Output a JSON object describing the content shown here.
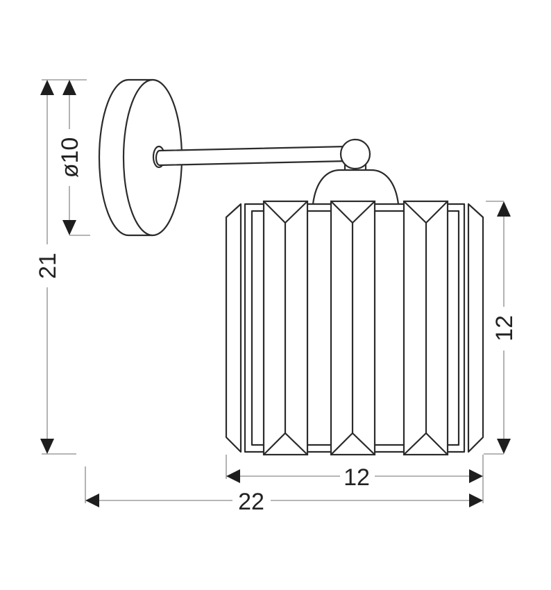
{
  "drawing": {
    "subject": "Wall lamp (sconce) with faceted cylindrical shade",
    "units": "cm"
  },
  "dimensions": {
    "total_height": {
      "label": "21",
      "orientation": "vertical"
    },
    "canopy_diameter": {
      "label": "ø10",
      "orientation": "vertical"
    },
    "shade_height": {
      "label": "12",
      "orientation": "vertical"
    },
    "shade_width": {
      "label": "12",
      "orientation": "horizontal"
    },
    "total_depth": {
      "label": "22",
      "orientation": "horizontal"
    }
  },
  "parts": [
    "wall-canopy",
    "arm",
    "ball-joint",
    "lamp-holder-dome",
    "faceted-shade"
  ],
  "colors": {
    "line": "#2b2b2b",
    "dimension_line": "#8a8a8a",
    "background": "#ffffff"
  }
}
